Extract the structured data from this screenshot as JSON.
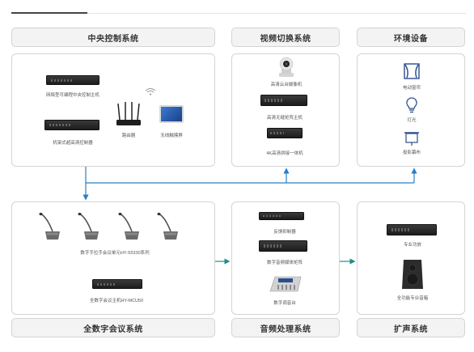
{
  "sections": {
    "central": {
      "title": "中央控制系统"
    },
    "video": {
      "title": "视频切换系统"
    },
    "env": {
      "title": "环境设备"
    },
    "conference": {
      "title": "全数字会议系统"
    },
    "audio": {
      "title": "音频处理系统"
    },
    "pa": {
      "title": "扩声系统"
    }
  },
  "central": {
    "host": "网络型可编程中央控制主机",
    "wireless": "机架式超高清控制器",
    "router": "路由器",
    "touch": "无线触摸屏"
  },
  "video": {
    "camera": "高清云台摄像机",
    "matrix": "高清无缝矩阵主机",
    "seamless": "4K高清拼接一体机"
  },
  "env": {
    "curtain": "电动窗帘",
    "light": "灯光",
    "screen": "投影幕布"
  },
  "conference": {
    "mics": "数字手拉手会议单元HY-S5330系列",
    "host": "全数字会议主机HY-MCU50"
  },
  "audio": {
    "processor": "反馈抑制器",
    "matrix": "数字音频媒体矩阵",
    "mixer": "数字调音台"
  },
  "pa": {
    "amp": "专业功放",
    "speaker": "全功能专业音箱"
  },
  "colors": {
    "arrow": "#1e8e8a",
    "arrow_blue": "#2a7fc4",
    "panel_border": "#d4d4d4",
    "title_bg": "#f3f3f3"
  }
}
